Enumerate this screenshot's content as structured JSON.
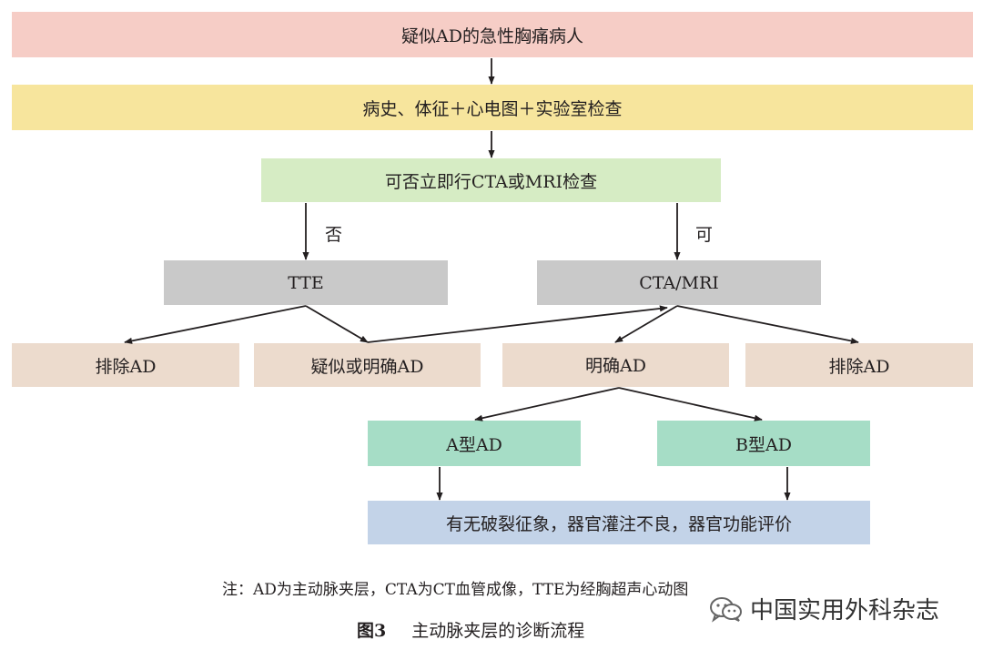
{
  "colors": {
    "suspected": "#f6cdc6",
    "history": "#f7e59d",
    "decision": "#d6ecc4",
    "test": "#c9c9c9",
    "result": "#ecdbcd",
    "type": "#a6ddc6",
    "eval": "#c3d3e8",
    "arrow": "#231f20"
  },
  "nodes": {
    "suspected": "疑似AD的急性胸痛病人",
    "history": "病史、体征＋心电图＋实验室检查",
    "decision": "可否立即行CTA或MRI检查",
    "tte": "TTE",
    "cta_mri": "CTA/MRI",
    "exclude_left": "排除AD",
    "suspect_or_confirm": "疑似或明确AD",
    "confirmed": "明确AD",
    "exclude_right": "排除AD",
    "type_a": "A型AD",
    "type_b": "B型AD",
    "evaluation": "有无破裂征象，器官灌注不良，器官功能评价"
  },
  "edge_labels": {
    "no": "否",
    "yes": "可"
  },
  "note": "注：AD为主动脉夹层，CTA为CT血管成像，TTE为经胸超声心动图",
  "caption": {
    "number": "图3",
    "title": "主动脉夹层的诊断流程"
  },
  "watermark": {
    "icon": "wechat-icon",
    "text": "中国实用外科杂志"
  }
}
